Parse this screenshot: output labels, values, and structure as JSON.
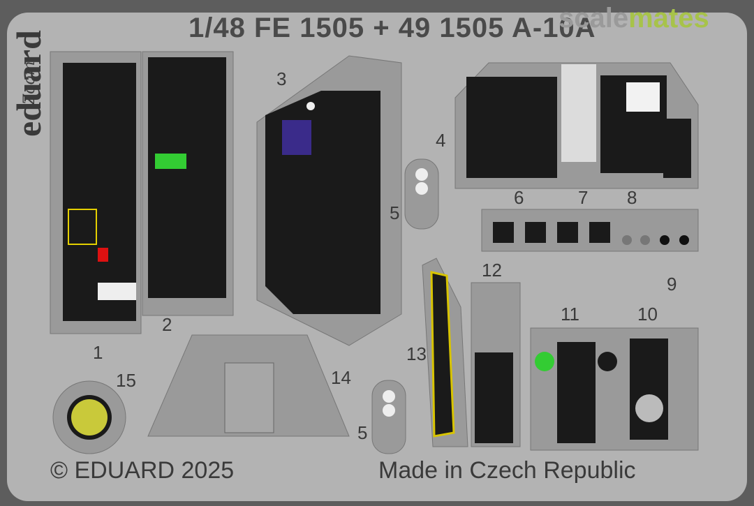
{
  "header": {
    "title": "1/48    FE 1505 + 49 1505 A-10A"
  },
  "watermark": {
    "part1": "scale",
    "part2": "mates"
  },
  "brand": {
    "name": "eduard",
    "line": "Zoom"
  },
  "part_numbers": [
    "1",
    "2",
    "3",
    "4",
    "5",
    "6",
    "7",
    "8",
    "9",
    "10",
    "11",
    "12",
    "13",
    "14",
    "15",
    "5"
  ],
  "footer": {
    "copyright": "© EDUARD 2025",
    "origin": "Made in Czech Republic"
  },
  "colors": {
    "fret": "#b3b3b3",
    "sprue": "#5d5d5d",
    "panel": "#1a1a1a",
    "screen_green": "#33cc33",
    "display_purple": "#3a2b8a",
    "yellow_stripe": "#d8c400",
    "lens_yellow": "#c9c93a"
  }
}
